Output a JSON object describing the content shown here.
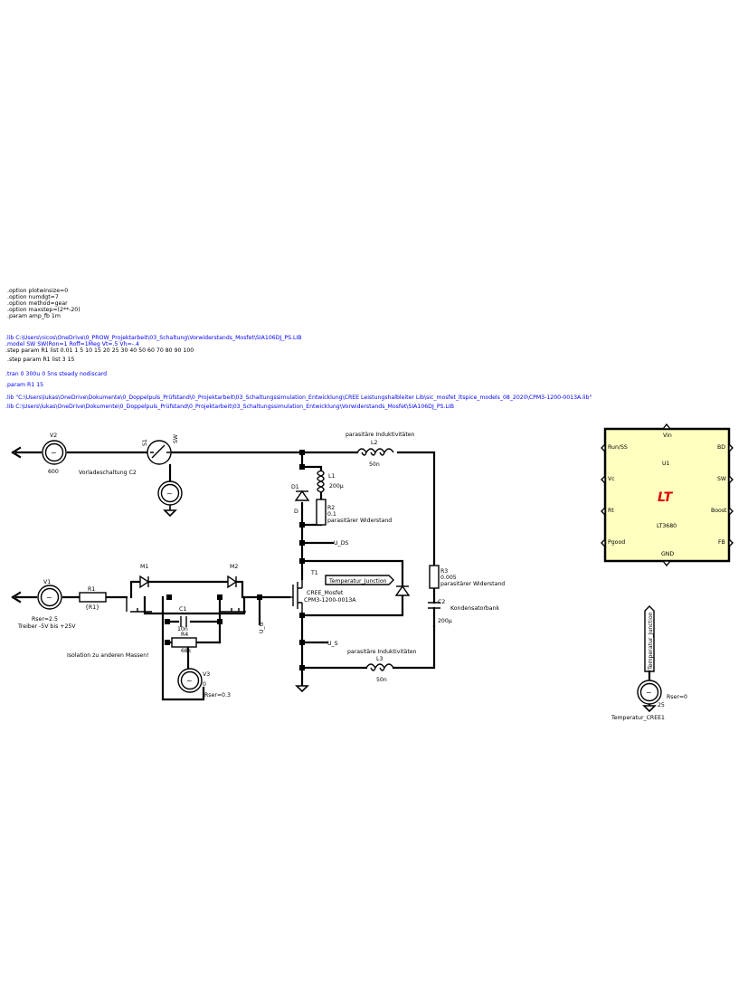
{
  "directives": {
    "options": [
      ".option plotwinsize=0",
      ".option numdgt=7",
      ".option method=gear",
      ".option maxstep=(2**-20)",
      ".param amp_fb 1m"
    ],
    "lib1": ".lib C:\\Users\\nicos\\OneDrive\\0_PROW_Projektarbeit\\03_Schaltung\\Vorwiderstands_Mosfet\\SIA106DJ_PS.LIB",
    "model": ".model SW SW(Ron=1 Roff=1Meg Vt=.5 Vh=-.4",
    "step1": ".step param R1 list 0.01 1 5 10 15 20 25 30 40 50 60 70 80 90 100",
    "step2": ".step param R1 list 3 15",
    "tran": ".tran 0 300u 0 5ns steady nodiscard",
    "param": ".param R1 15",
    "lib2": ".lib \"C:\\Users\\lukas\\OneDrive\\Dokumente\\0_Doppelpuls_Prüfstand\\0_Projektarbeit\\03_Schaltungssimulation_Entwicklung\\CREE Leistungshalbleiter Lib\\sic_mosfet_ltspice_models_08_2020\\CPM3-1200-0013A.lib\"",
    "lib3": ".lib C:\\Users\\lukas\\OneDrive\\Dokumente\\0_Doppelpuls_Prüfstand\\0_Projektarbeit\\03_Schaltungssimulation_Entwicklung\\Vorwiderstands_Mosfet\\SIA106DJ_PS.LIB"
  },
  "components": {
    "v2": {
      "name": "V2",
      "value": "600"
    },
    "s1": {
      "name": "S1",
      "model": "SW",
      "note": "Vorladeschaltung C2"
    },
    "l2": {
      "name": "L2",
      "value": "50n",
      "note": "parasitäre Induktivitäten"
    },
    "l1": {
      "name": "L1",
      "value": "200µ"
    },
    "d1": {
      "name": "D1",
      "model": "D"
    },
    "r2": {
      "name": "R2",
      "value": "0.1",
      "note": "parasitärer Widerstand"
    },
    "uds": "U_DS",
    "v1": {
      "name": "V1",
      "rser": "Rser=2.5",
      "note": "Treiber  -5V bis +25V"
    },
    "r1": {
      "name": "R1",
      "value": "{R1}"
    },
    "m1": "M1",
    "m2": "M2",
    "c1": {
      "name": "C1",
      "value": "10n"
    },
    "r4": {
      "name": "R4",
      "value": "68k"
    },
    "v3": {
      "name": "V3",
      "value": "0",
      "rser": "Rser=0.3"
    },
    "isolation": "Isolation zu anderen Massen!",
    "ug": "U_G",
    "t1": {
      "name": "T1",
      "port": "Temperatur_Junction"
    },
    "mosfet": {
      "name": "CREE_Mosfet",
      "model": "CPM3-1200-0013A"
    },
    "r3": {
      "name": "R3",
      "value": "0.005",
      "note": "parasitärer Widerstand"
    },
    "c2": {
      "name": "C2",
      "value": "200µ",
      "note": "Kondensatorbank"
    },
    "us": "U_S",
    "l3": {
      "name": "L3",
      "value": "50n",
      "note": "parasitäre Induktivitäten"
    },
    "temp": {
      "port": "Temperatur_Junction",
      "value": "25",
      "rser": "Rser=0",
      "name": "Temperatur_CREE1"
    }
  },
  "u1": {
    "name": "U1",
    "part": "LT3680",
    "logo": "LT",
    "pins_top": "Vin",
    "pins_bottom": "GND",
    "pins_left": [
      "Run/SS",
      "Vc",
      "Rt",
      "Pgood"
    ],
    "pins_right": [
      "BD",
      "SW",
      "Boost",
      "FB"
    ],
    "colors": {
      "fill": "#ffffc0",
      "logo": "#e00000"
    }
  },
  "colors": {
    "wire": "#000000",
    "directive": "#0000ff",
    "comment": "#000000"
  }
}
